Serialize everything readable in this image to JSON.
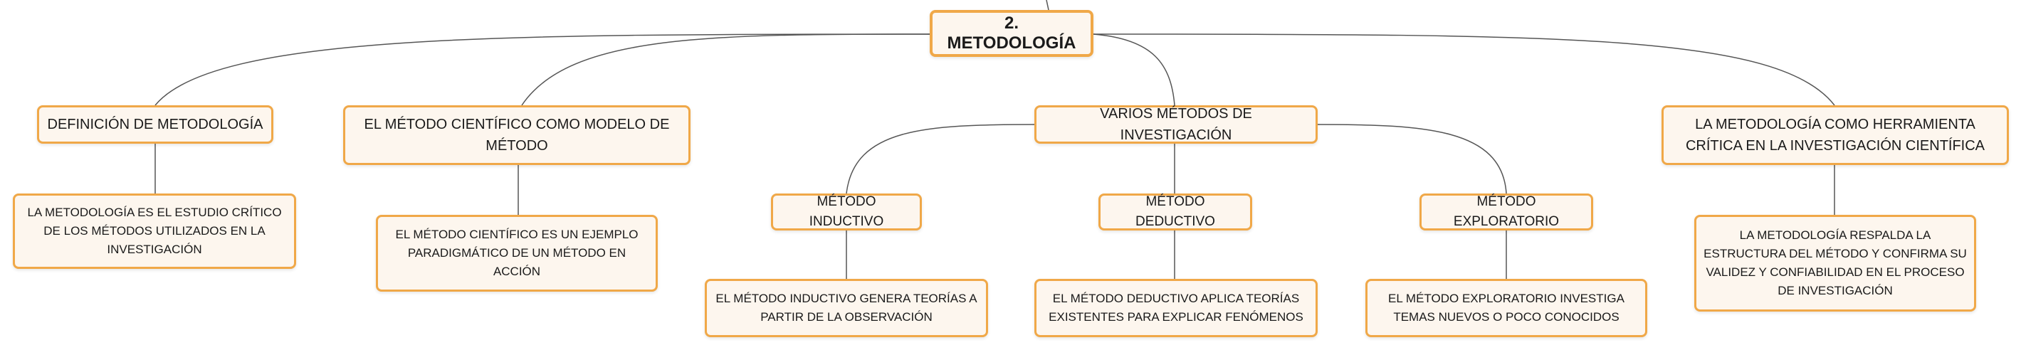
{
  "mindmap": {
    "root": {
      "label": "2. METODOLOGÍA"
    },
    "branches": [
      {
        "label": "DEFINICIÓN DE METODOLOGÍA",
        "detail": "LA METODOLOGÍA ES EL ESTUDIO CRÍTICO DE LOS MÉTODOS UTILIZADOS EN LA INVESTIGACIÓN"
      },
      {
        "label": "EL MÉTODO CIENTÍFICO COMO MODELO DE MÉTODO",
        "detail": "EL MÉTODO CIENTÍFICO ES UN EJEMPLO PARADIGMÁTICO DE UN MÉTODO EN ACCIÓN"
      },
      {
        "label": "VARIOS MÉTODOS DE INVESTIGACIÓN",
        "children": [
          {
            "label": "MÉTODO INDUCTIVO",
            "detail": "EL MÉTODO INDUCTIVO GENERA TEORÍAS A PARTIR DE LA OBSERVACIÓN"
          },
          {
            "label": "MÉTODO DEDUCTIVO",
            "detail": "EL MÉTODO DEDUCTIVO APLICA TEORÍAS EXISTENTES PARA EXPLICAR FENÓMENOS"
          },
          {
            "label": "MÉTODO EXPLORATORIO",
            "detail": "EL MÉTODO EXPLORATORIO INVESTIGA TEMAS NUEVOS O POCO CONOCIDOS"
          }
        ]
      },
      {
        "label": "LA METODOLOGÍA COMO HERRAMIENTA CRÍTICA EN LA INVESTIGACIÓN CIENTÍFICA",
        "detail": "LA METODOLOGÍA RESPALDA LA ESTRUCTURA DEL MÉTODO Y CONFIRMA SU VALIDEZ Y CONFIABILIDAD EN EL PROCESO DE INVESTIGACIÓN"
      }
    ]
  },
  "colors": {
    "node_border": "#f0a848",
    "node_fill": "#fdf6ee",
    "connector": "#555555"
  }
}
